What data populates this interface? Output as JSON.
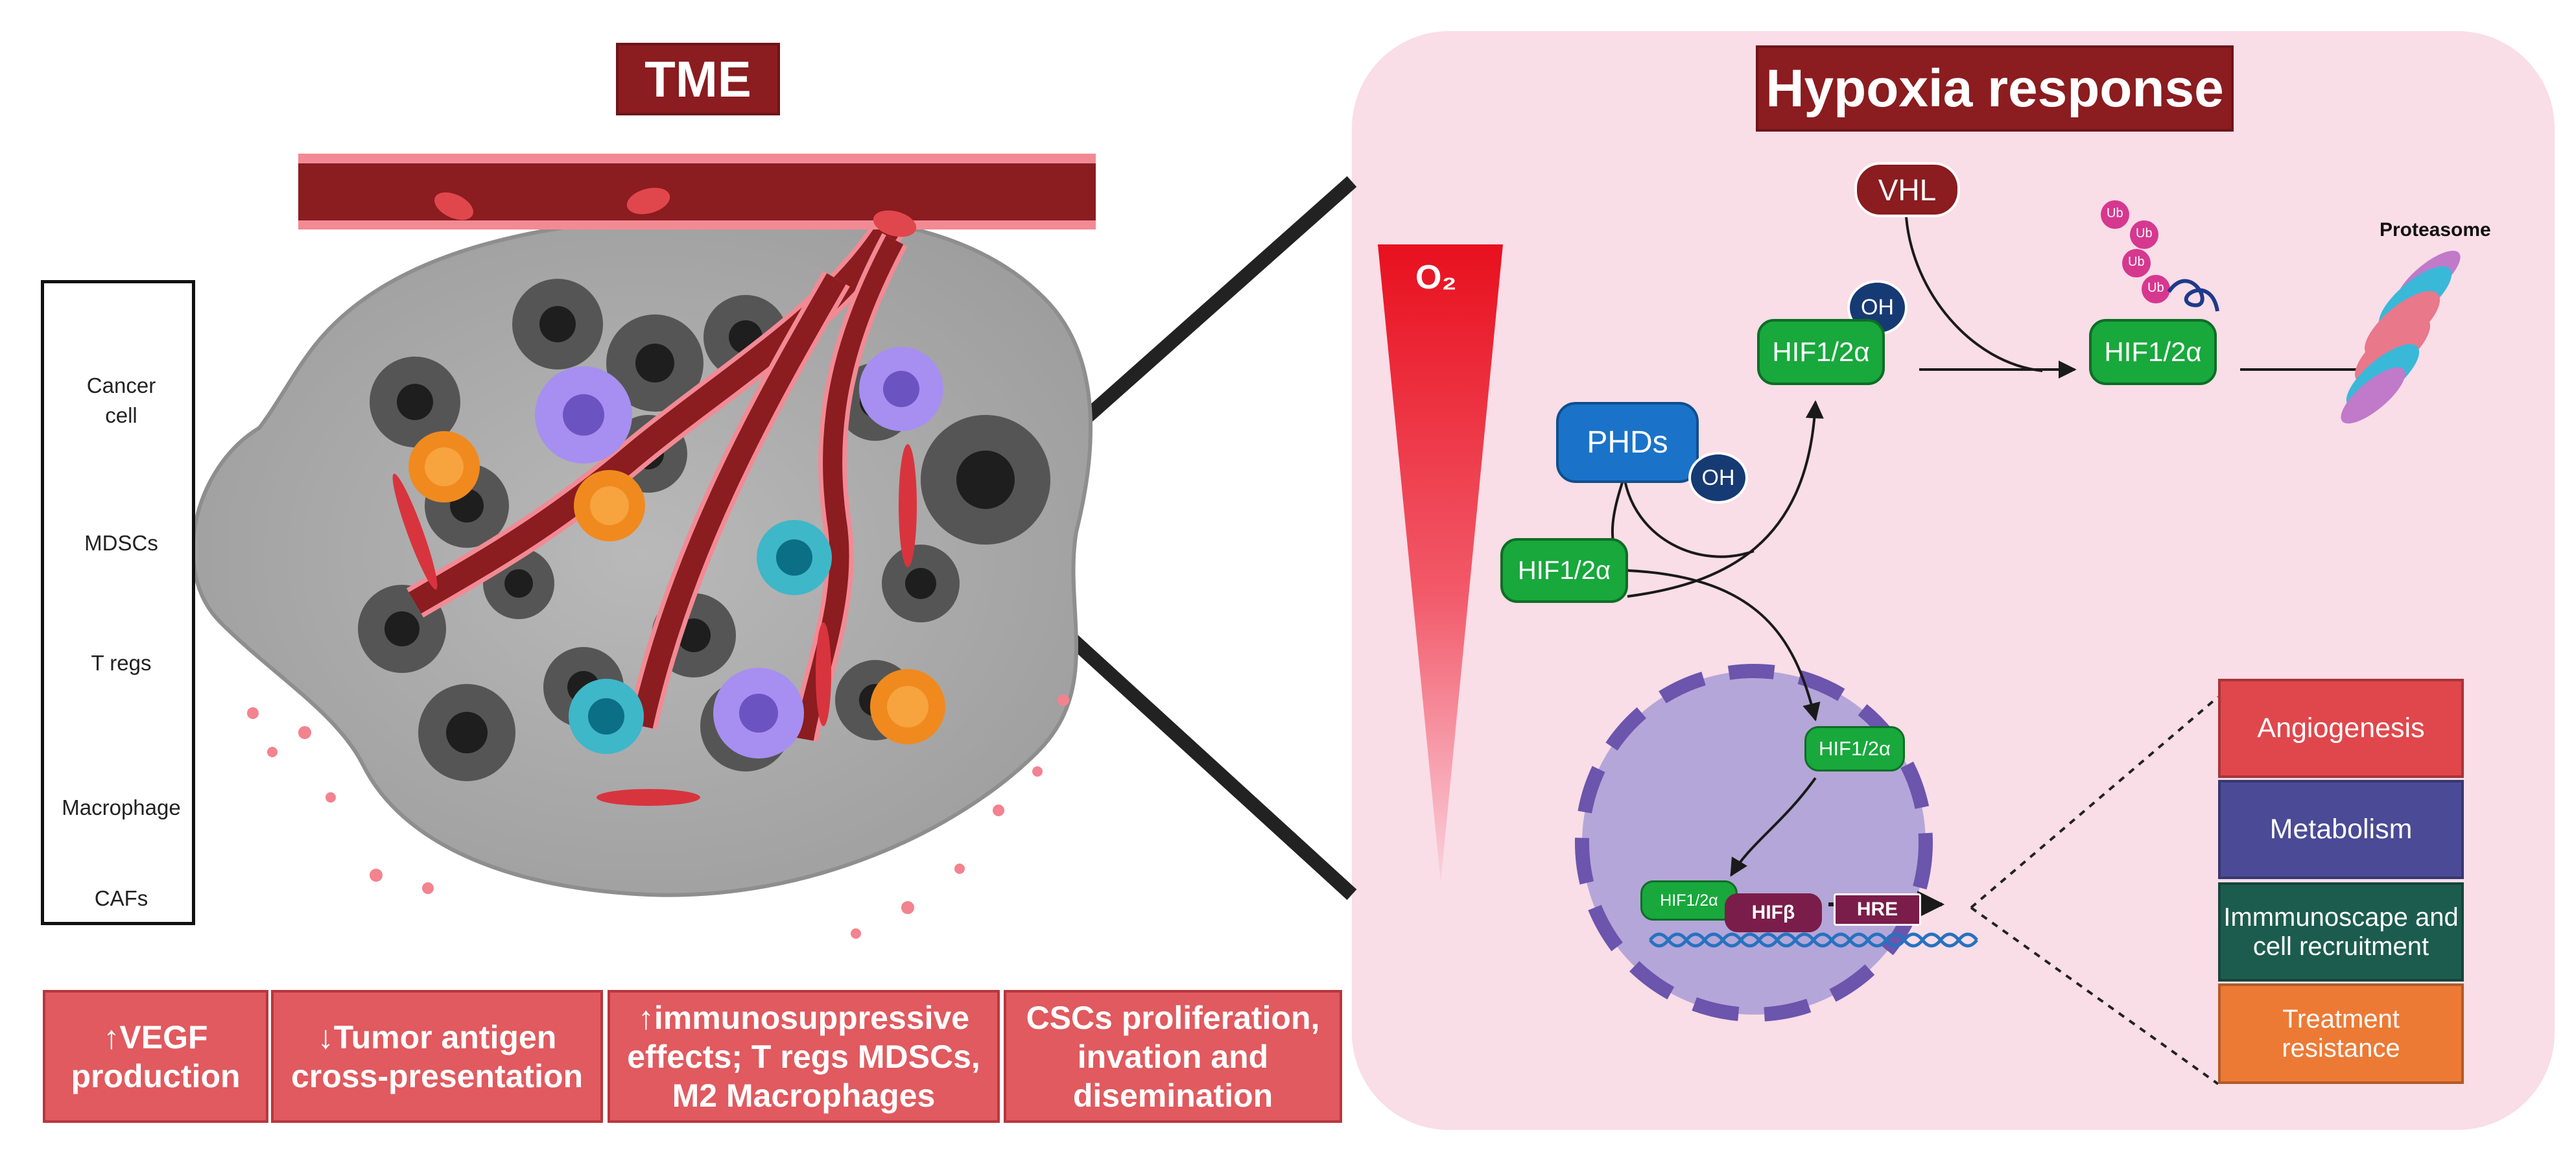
{
  "tme_title": "TME",
  "hypoxia_title": "Hypoxia response",
  "legend": {
    "cancer_cell": "Cancer\ncell",
    "mdscs": "MDSCs",
    "tregs": "T regs",
    "macrophage": "Macrophage",
    "cafs": "CAFs"
  },
  "effects": {
    "vegf": "↑VEGF\nproduction",
    "tumor_antigen": "↓Tumor antigen\ncross-presentation",
    "immunosuppressive": "↑immunosuppressive\neffects; T regs MDSCs,\nM2 Macrophages",
    "cscs": "CSCs proliferation,\ninvation and\ndisemination"
  },
  "pathway": {
    "o2_label": "O₂",
    "vhl": "VHL",
    "phds": "PHDs",
    "oh_1": "OH",
    "oh_2": "OH",
    "hif_top": "HIF1/2α",
    "hif_ub": "HIF1/2α",
    "hif_left": "HIF1/2α",
    "hif_nucleus": "HIF1/2α",
    "hif_dna": "HIF1/2α",
    "hifb": "HIFβ",
    "hre": "HRE",
    "ub": "Ub",
    "proteasome": "Proteasome"
  },
  "outcomes": {
    "angiogenesis": "Angiogenesis",
    "metabolism": "Metabolism",
    "immunoscape": "Immmunoscape and\ncell recruitment",
    "treatment": "Treatment\nresistance"
  },
  "colors": {
    "dark_red": "#8b1c1f",
    "effect_red": "#e05a5f",
    "panel_pink": "#f9dde7",
    "hif_green": "#18a83c",
    "phd_blue": "#1a73c9",
    "angiogenesis": "#e0474c",
    "metabolism": "#4a4a96",
    "immunoscape": "#1c5c4e",
    "treatment": "#ec7a35"
  }
}
